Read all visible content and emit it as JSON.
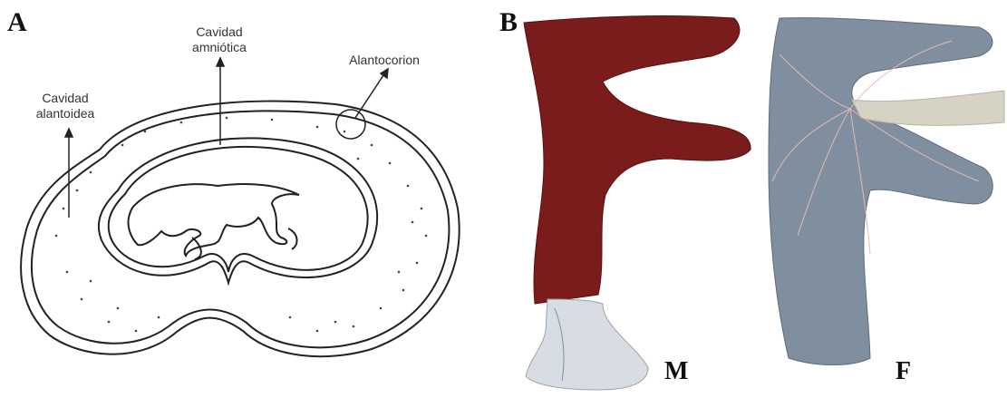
{
  "panel_a": {
    "letter": "A",
    "labels": {
      "amniotic_line1": "Cavidad",
      "amniotic_line2": "amniótica",
      "alantocorion": "Alantocorion",
      "allantoid_line1": "Cavidad",
      "allantoid_line2": "alantoidea"
    }
  },
  "panel_b": {
    "letter": "B",
    "specimen_left": "M",
    "specimen_right": "F",
    "colors": {
      "placenta_dark_red": "#7a1c1c",
      "membrane_blue_grey": "#7f8fa0",
      "membrane_white": "#d8dde4"
    }
  }
}
